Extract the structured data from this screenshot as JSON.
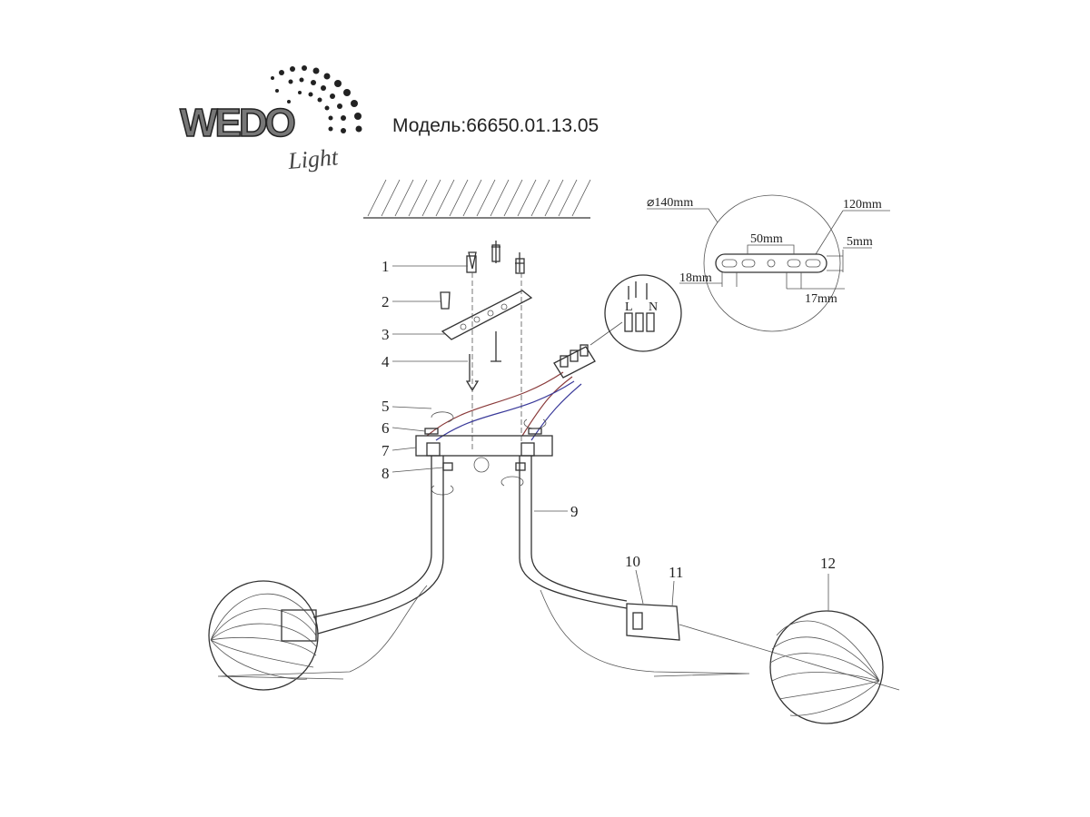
{
  "header": {
    "logo_text": "WEDO",
    "logo_subtext": "Light",
    "model_label": "Модель:66650.01.13.05"
  },
  "parts": [
    {
      "number": "1"
    },
    {
      "number": "2"
    },
    {
      "number": "3"
    },
    {
      "number": "4"
    },
    {
      "number": "5"
    },
    {
      "number": "6"
    },
    {
      "number": "7"
    },
    {
      "number": "8"
    },
    {
      "number": "9"
    },
    {
      "number": "10"
    },
    {
      "number": "11"
    },
    {
      "number": "12"
    }
  ],
  "dimensions": {
    "diameter": "⌀140mm",
    "bracket_length": "120mm",
    "hole_spacing": "50mm",
    "width": "5mm",
    "slot_left": "18mm",
    "slot_right": "17mm"
  },
  "terminal": {
    "live": "L",
    "neutral": "N"
  }
}
